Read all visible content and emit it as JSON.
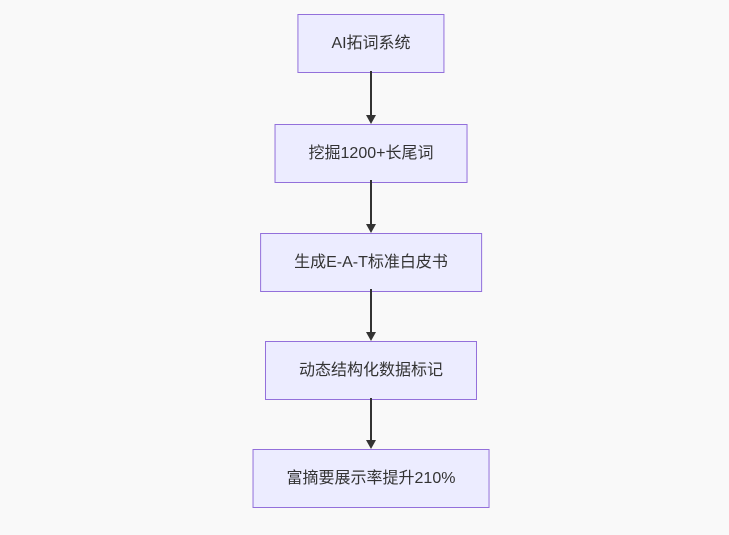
{
  "diagram": {
    "type": "flowchart",
    "direction": "top-down",
    "nodes": [
      {
        "label": "AI拓词系统"
      },
      {
        "label": "挖掘1200+长尾词"
      },
      {
        "label": "生成E-A-T标准白皮书"
      },
      {
        "label": "动态结构化数据标记"
      },
      {
        "label": "富摘要展示率提升210%"
      }
    ],
    "edges": [
      {
        "from": 0,
        "to": 1
      },
      {
        "from": 1,
        "to": 2
      },
      {
        "from": 2,
        "to": 3
      },
      {
        "from": 3,
        "to": 4
      }
    ],
    "colors": {
      "background": "#f9f9f9",
      "node_fill": "#ECECFF",
      "node_border": "#9370DB",
      "edge_line": "#333333",
      "text": "#333333"
    }
  }
}
